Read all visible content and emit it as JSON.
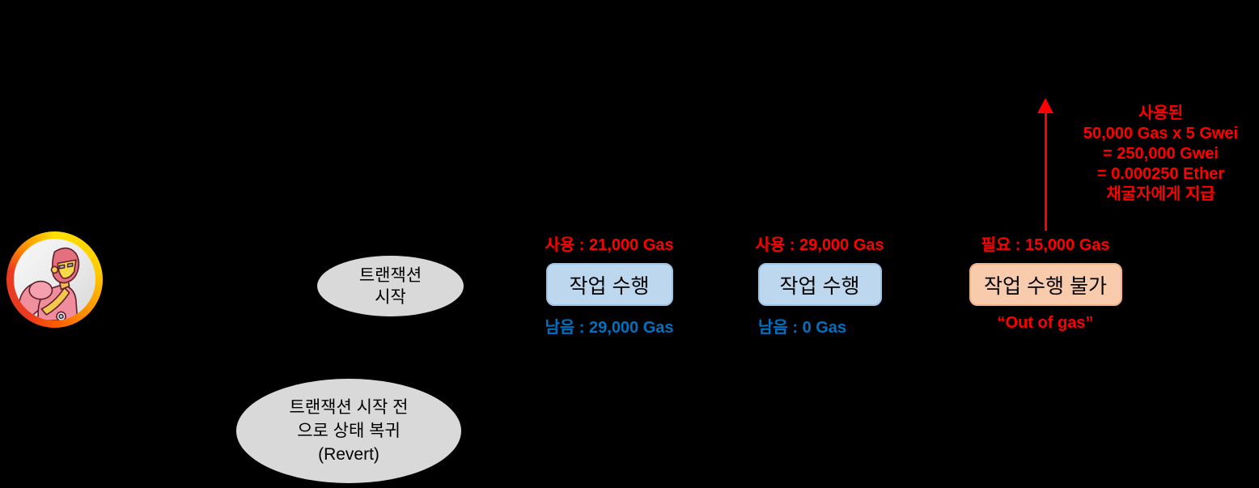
{
  "title": "Ethereum out-of-gas transaction revert diagram",
  "colors": {
    "background": "#000000",
    "red_accent": "#FF0000",
    "blue_label": "#0070C0",
    "box_blue_fill": "#BDD7EE",
    "box_blue_border": "#9DC3E6",
    "box_orange_fill": "#F8CBAD",
    "box_orange_border": "#F4B183",
    "ellipse_fill": "#D9D9D9"
  },
  "actor": {
    "icon": "iron-man-avatar-icon"
  },
  "start_ellipse": {
    "lines": [
      "트랜잭션",
      "시작"
    ]
  },
  "steps": [
    {
      "top_label": "사용 : 21,000 Gas",
      "box_label": "작업 수행",
      "bottom_label": "남음 : 29,000 Gas"
    },
    {
      "top_label": "사용 : 29,000 Gas",
      "box_label": "작업 수행",
      "bottom_label": "남음 : 0 Gas"
    },
    {
      "top_label": "필요 : 15,000 Gas",
      "box_label": "작업 수행 불가",
      "bottom_label": "“Out of gas”"
    }
  ],
  "payment_note": {
    "lines": [
      "사용된",
      "50,000 Gas x 5 Gwei",
      "= 250,000 Gwei",
      "= 0.000250 Ether",
      "채굴자에게 지급"
    ]
  },
  "revert_ellipse": {
    "lines": [
      "트랜잭션 시작 전",
      "으로 상태 복귀",
      "(Revert)"
    ]
  }
}
